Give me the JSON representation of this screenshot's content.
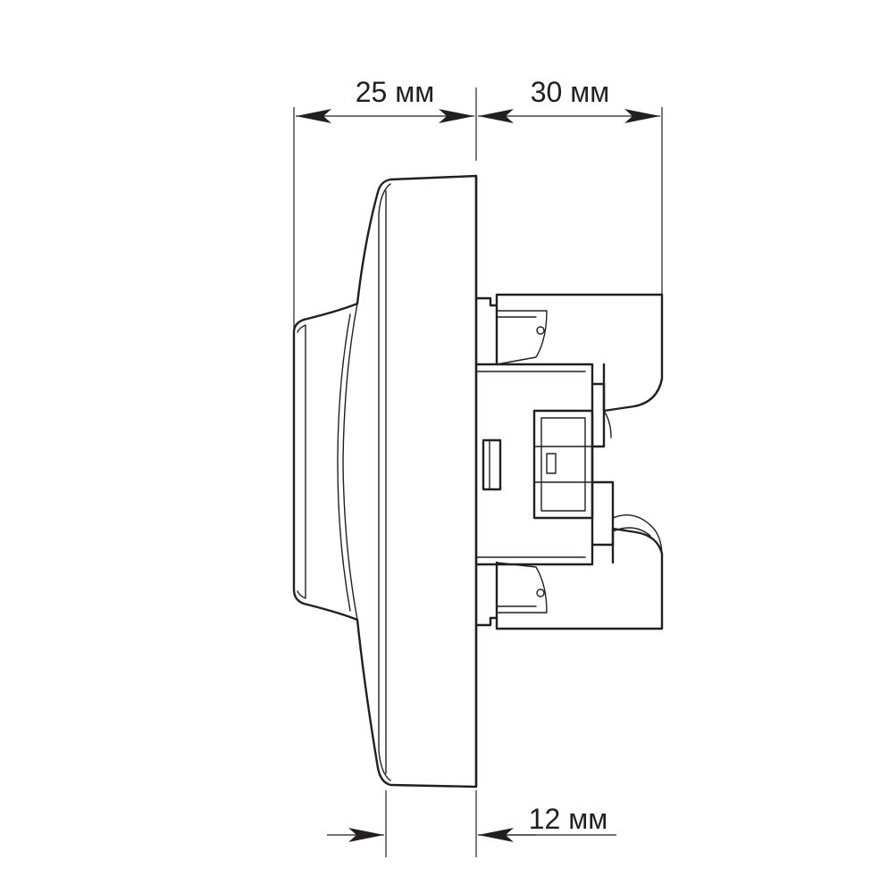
{
  "dimensions": {
    "front_depth": "25 мм",
    "back_depth": "30 мм",
    "frame_depth": "12 мм"
  },
  "colors": {
    "line": "#231f20",
    "background": "#ffffff"
  }
}
